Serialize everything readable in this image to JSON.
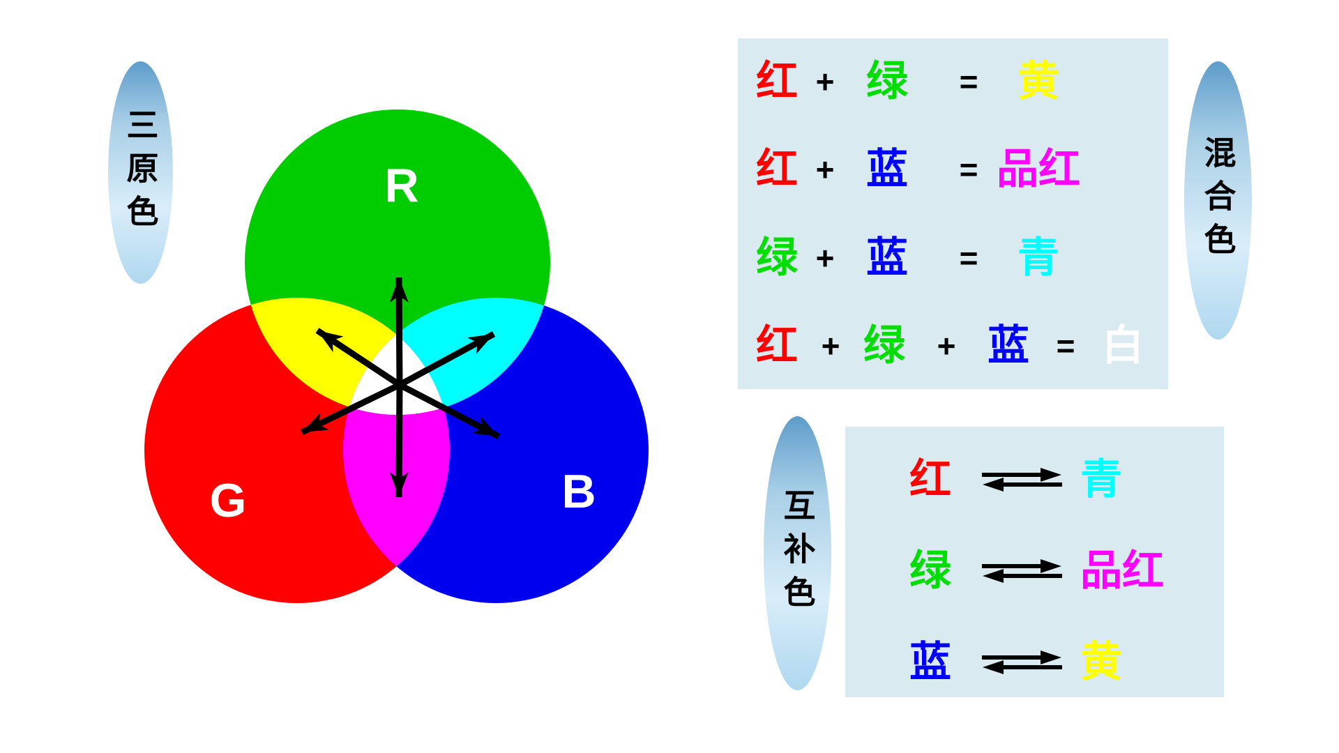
{
  "page": {
    "background": "#FFFFFF"
  },
  "venn": {
    "side_label": "三原色",
    "circles": [
      {
        "position": "top",
        "letter": "R",
        "color": "#00CC00"
      },
      {
        "position": "bottom-left",
        "letter": "G",
        "color": "#FF0000"
      },
      {
        "position": "bottom-right",
        "letter": "B",
        "color": "#0000EE"
      }
    ],
    "overlaps": {
      "green_red": "#FFFF00",
      "green_blue": "#00FFFF",
      "red_blue": "#FF00FF",
      "center": "#FFFFFF"
    },
    "arrow_color": "#000000"
  },
  "mix_panel": {
    "side_label": "混合色",
    "background": "#D9EBF1",
    "rows": [
      {
        "tokens": [
          {
            "text": "红",
            "color": "#FF0000"
          },
          {
            "text": "+",
            "color": "#000000"
          },
          {
            "text": "绿",
            "color": "#00DD00"
          },
          {
            "text": "=",
            "color": "#000000"
          },
          {
            "text": "黄",
            "color": "#FFFF00"
          }
        ]
      },
      {
        "tokens": [
          {
            "text": "红",
            "color": "#FF0000"
          },
          {
            "text": "+",
            "color": "#000000"
          },
          {
            "text": "蓝",
            "color": "#0000FF"
          },
          {
            "text": "=",
            "color": "#000000"
          },
          {
            "text": "品红",
            "color": "#FF00FF"
          }
        ]
      },
      {
        "tokens": [
          {
            "text": "绿",
            "color": "#00DD00"
          },
          {
            "text": "+",
            "color": "#000000"
          },
          {
            "text": "蓝",
            "color": "#0000FF"
          },
          {
            "text": "=",
            "color": "#000000"
          },
          {
            "text": "青",
            "color": "#00FFFF"
          }
        ]
      },
      {
        "tokens": [
          {
            "text": "红",
            "color": "#FF0000"
          },
          {
            "text": "+",
            "color": "#000000"
          },
          {
            "text": "绿",
            "color": "#00DD00"
          },
          {
            "text": "+",
            "color": "#000000"
          },
          {
            "text": "蓝",
            "color": "#0000FF"
          },
          {
            "text": "=",
            "color": "#000000"
          },
          {
            "text": "白",
            "color": "#FFFFFF"
          }
        ]
      }
    ]
  },
  "complement_panel": {
    "side_label": "互补色",
    "background": "#D9EBF1",
    "rows": [
      {
        "left": {
          "text": "红",
          "color": "#FF0000"
        },
        "right": {
          "text": "青",
          "color": "#00FFFF"
        }
      },
      {
        "left": {
          "text": "绿",
          "color": "#00DD00"
        },
        "right": {
          "text": "品红",
          "color": "#FF00FF"
        }
      },
      {
        "left": {
          "text": "蓝",
          "color": "#0000FF"
        },
        "right": {
          "text": "黄",
          "color": "#FFFF00"
        }
      }
    ]
  },
  "ellipse_style": {
    "gradient_top": "#5E9CCA",
    "gradient_mid": "#D9EDF9",
    "gradient_bottom": "#AFD8EF",
    "text_color": "#000000"
  }
}
